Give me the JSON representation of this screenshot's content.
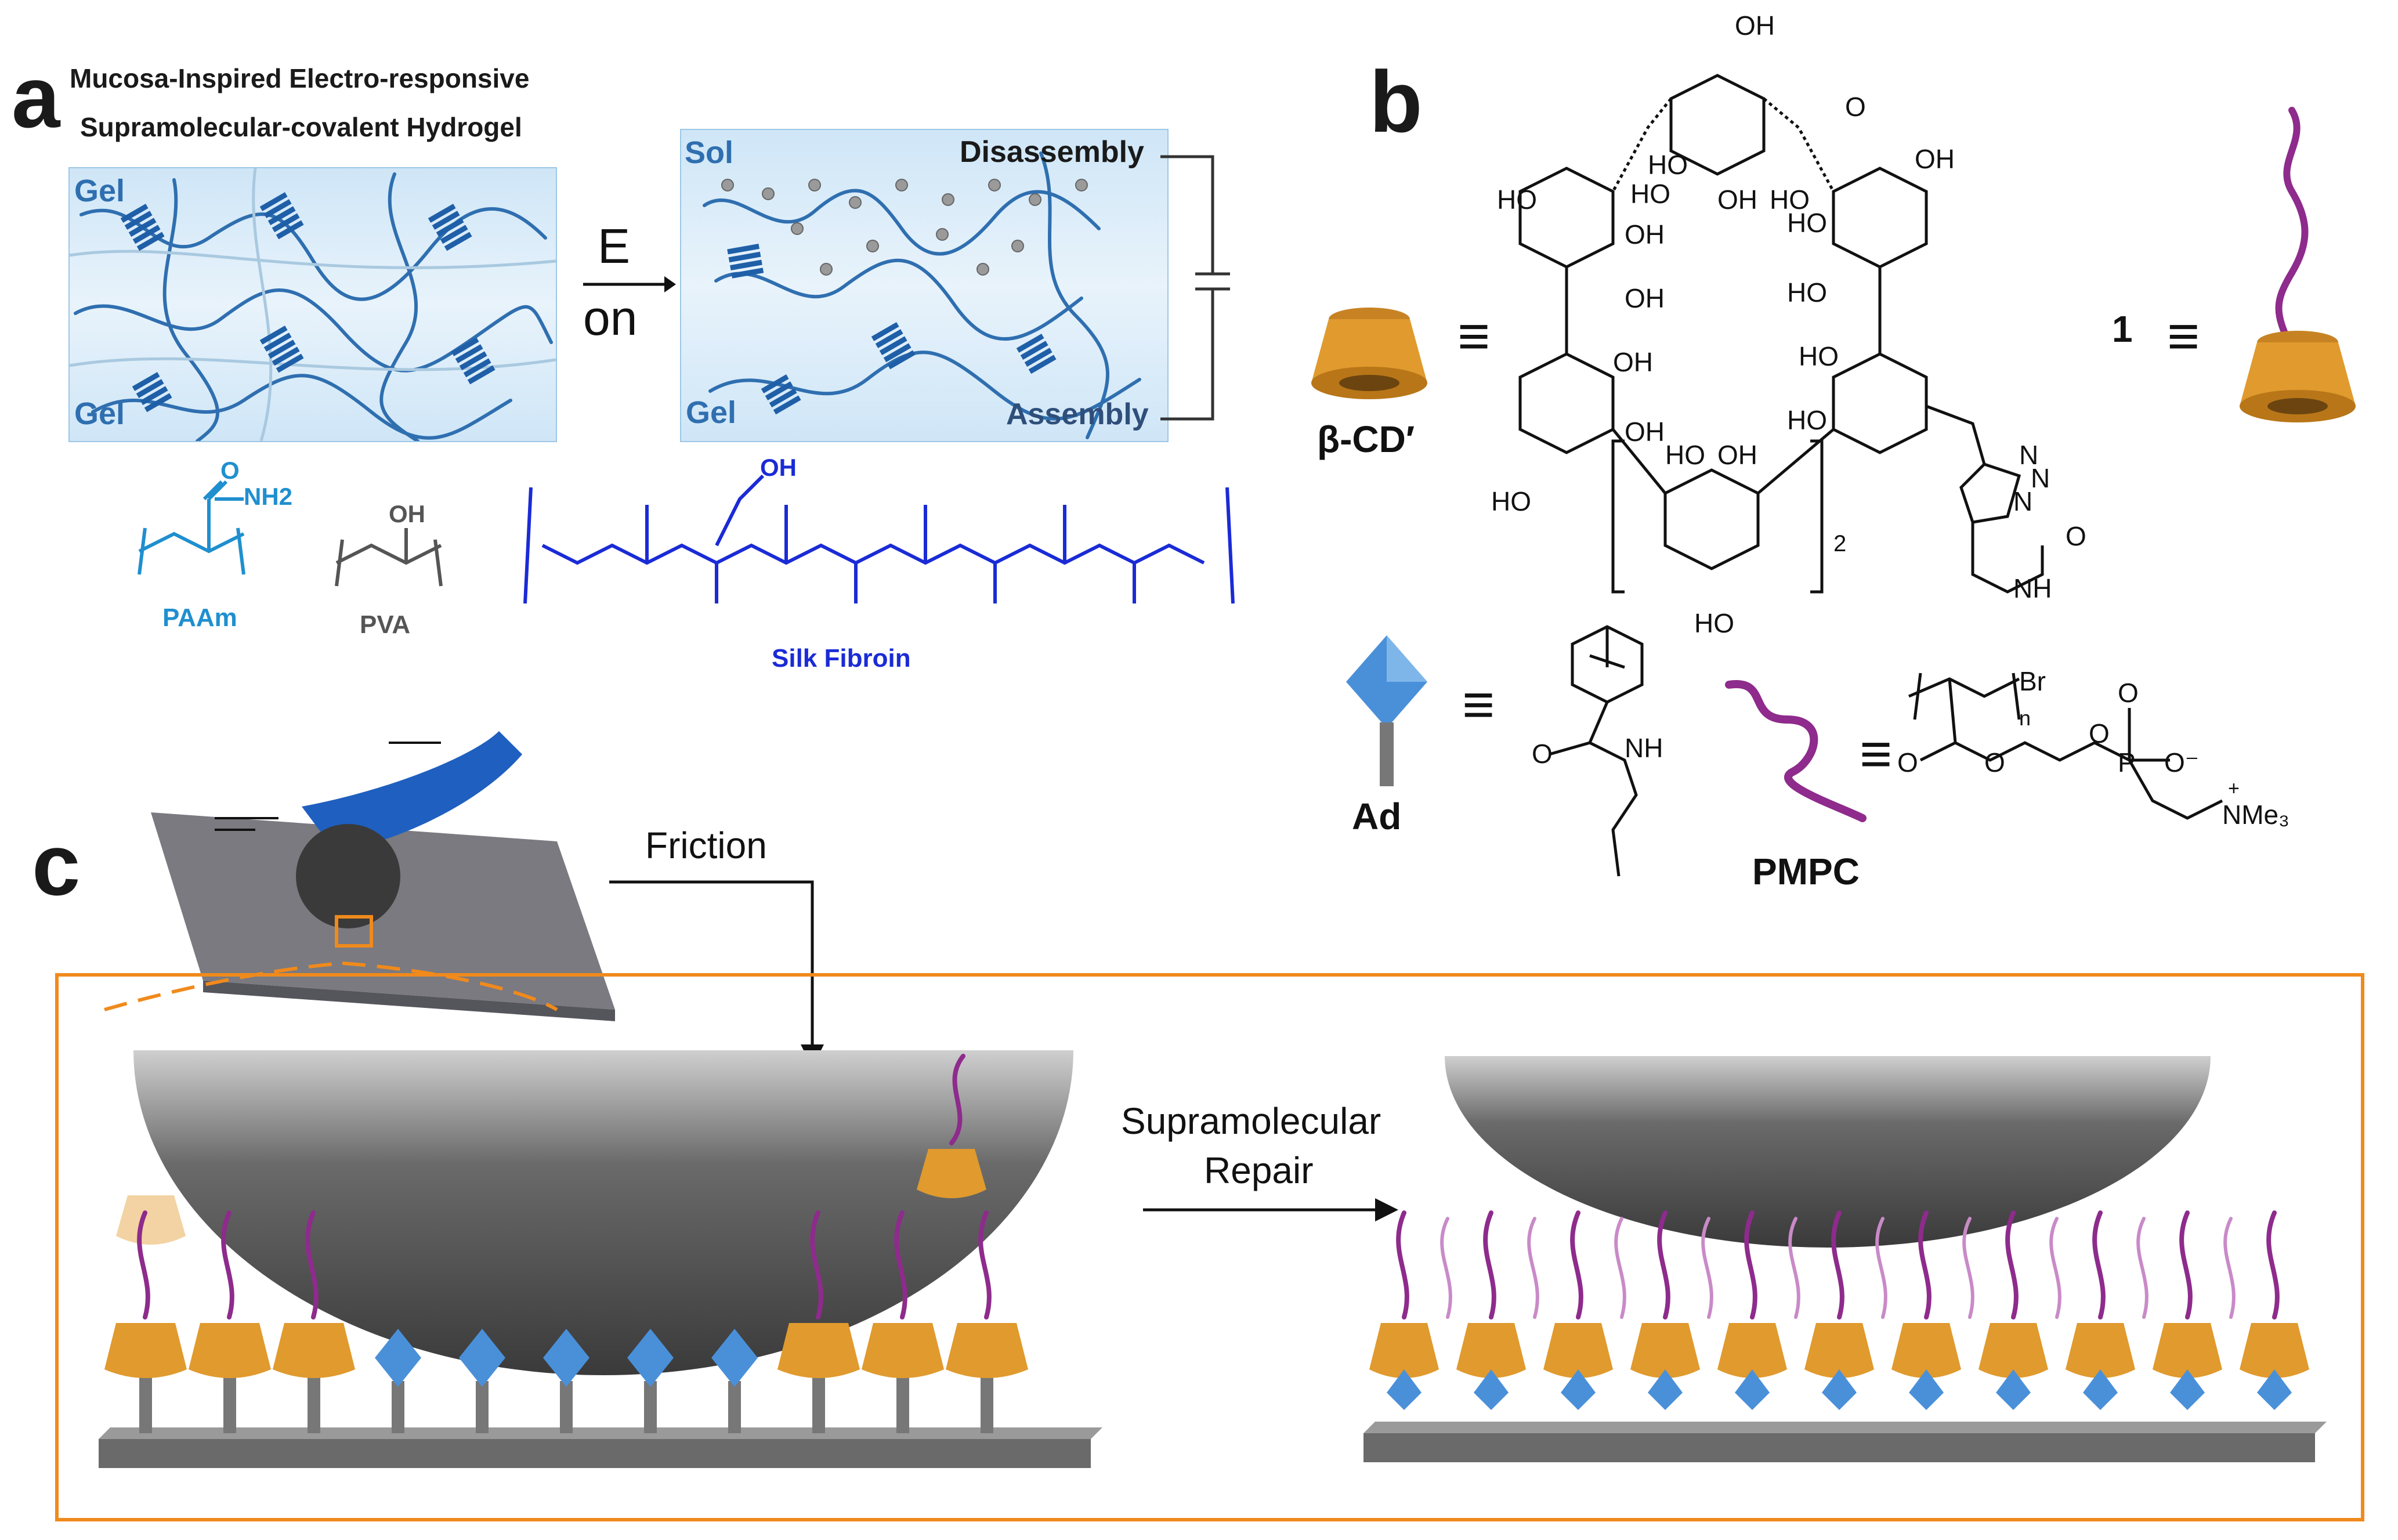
{
  "panel_a": {
    "letter": "a",
    "title_line1": "Mucosa-Inspired Electro-responsive",
    "title_line2": "Supramolecular-covalent Hydrogel",
    "gel_top": "Gel",
    "gel_bottom": "Gel",
    "arrow_top": "E",
    "arrow_bottom": "on",
    "sol": "Sol",
    "gel_right": "Gel",
    "disassembly": "Disassembly",
    "assembly": "Assembly",
    "paam_label": "PAAm",
    "pva_label": "PVA",
    "silk_label": "Silk Fibroin",
    "paam_group": "NH2",
    "pva_group": "OH",
    "silk_oh": "OH",
    "colors": {
      "paam": "#1f8fcf",
      "pva": "#555555",
      "silk": "#1a2bd6",
      "gel_blue": "#2f6fb0"
    }
  },
  "panel_b": {
    "letter": "b",
    "beta_cd_label": "β-CD′",
    "compound_label": "1",
    "equiv_symbol": "≡",
    "ad_label": "Ad",
    "pmpc_label": "PMPC",
    "repeat_subscript": "2",
    "substituent_labels": [
      "OH",
      "HO",
      "OH",
      "OH",
      "HO",
      "OH",
      "HO",
      "OH",
      "OH",
      "HO",
      "HO",
      "OH",
      "OH",
      "HO",
      "OH",
      "HO",
      "HO",
      "OH",
      "HO",
      "HO",
      "O",
      "N",
      "N",
      "N",
      "NH",
      "O",
      "H",
      "N",
      "O",
      "Br",
      "n",
      "O",
      "O",
      "O",
      "P",
      "O",
      "O⁻",
      "O",
      "NMe3",
      "+"
    ],
    "colors": {
      "cd": "#e09a2e",
      "cd_dark": "#b87618",
      "ad": "#4a90d9",
      "pmpc": "#8e2b8c"
    }
  },
  "panel_c": {
    "letter": "c",
    "friction_label": "Friction",
    "repair_line1": "Supramolecular",
    "repair_line2": "Repair",
    "colors": {
      "frame": "#f08a1c",
      "sphere": "#555555",
      "substrate": "#7a7a7a",
      "cantilever": "#1f5fbf"
    }
  }
}
